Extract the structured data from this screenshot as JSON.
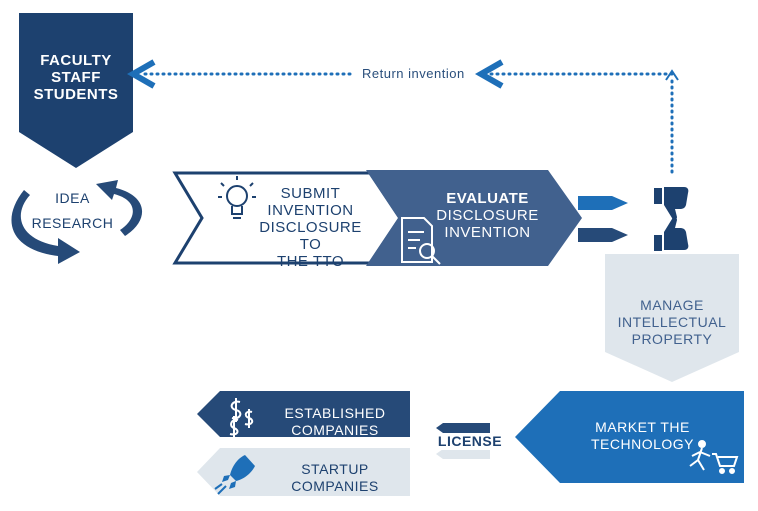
{
  "colors": {
    "navy": "#1d416f",
    "steel": "#41618e",
    "blue": "#1e6fb8",
    "pale": "#dfe6ec",
    "dot": "#1e6fb8"
  },
  "people": {
    "line1": "FACULTY",
    "line2": "STAFF",
    "line3": "STUDENTS"
  },
  "cycle": {
    "line1": "IDEA",
    "line2": "RESEARCH"
  },
  "return_label": "Return invention",
  "submit": {
    "line1": "SUBMIT",
    "line2": "INVENTION",
    "line3": "DISCLOSURE TO",
    "line4": "THE TTO",
    "icon": "lightbulb-icon"
  },
  "evaluate": {
    "line1": "EVALUATE",
    "line2": "DISCLOSURE",
    "line3": "INVENTION",
    "icon": "document-search-icon"
  },
  "decision": {
    "reject_icon": "thumbs-down-icon",
    "accept_icon": "thumbs-up-icon"
  },
  "manage": {
    "line1": "MANAGE",
    "line2": "INTELLECTUAL",
    "line3": "PROPERTY"
  },
  "market": {
    "line1": "MARKET THE",
    "line2": "TECHNOLOGY",
    "icon": "runner-cart-icon"
  },
  "license": "LICENSE",
  "established": {
    "line1": "ESTABLISHED",
    "line2": "COMPANIES",
    "icon": "dollar-icon"
  },
  "startup": {
    "line1": "STARTUP",
    "line2": "COMPANIES",
    "icon": "rocket-icon"
  }
}
